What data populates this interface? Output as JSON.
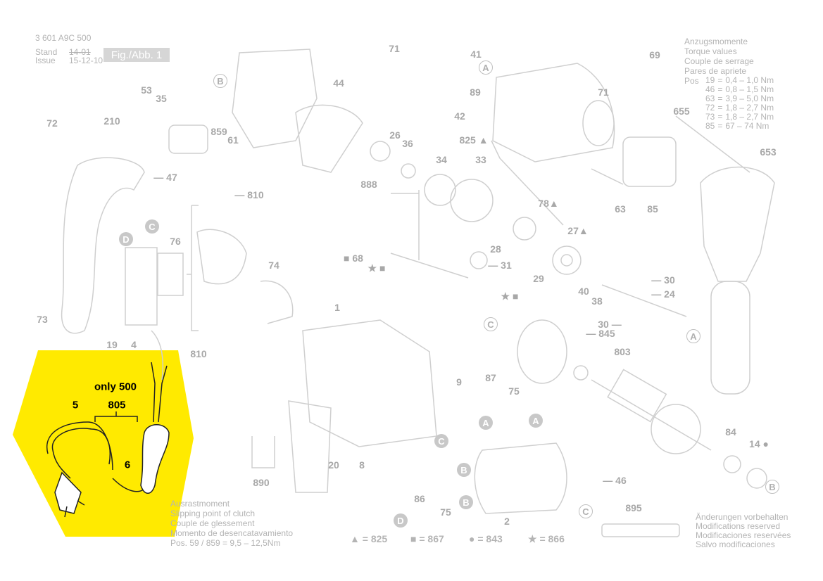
{
  "header": {
    "part_number": "3 601 A9C 500",
    "stand_label": "Stand",
    "issue_label": "Issue",
    "old_date": "14-01",
    "issue_date": "15-12-10",
    "figure_label": "Fig./Abb. 1"
  },
  "torque": {
    "title_de": "Anzugsmomente",
    "title_en": "Torque values",
    "title_fr": "Couple de serrage",
    "title_es": "Pares de apriete",
    "pos_label": "Pos",
    "rows": [
      {
        "pos": "19",
        "eq": "=",
        "value": "0,4 – 1,0 Nm"
      },
      {
        "pos": "46",
        "eq": "=",
        "value": "0,8 – 1,5 Nm"
      },
      {
        "pos": "63",
        "eq": "=",
        "value": "3,9 – 5,0 Nm"
      },
      {
        "pos": "72",
        "eq": "=",
        "value": "1,8 – 2,7 Nm"
      },
      {
        "pos": "73",
        "eq": "=",
        "value": "1,8 – 2,7 Nm"
      },
      {
        "pos": "85",
        "eq": "=",
        "value": "67 – 74 Nm"
      }
    ]
  },
  "clutch": {
    "line_de": "Ausrastmoment",
    "line_en": "Slipping point of clutch",
    "line_fr": "Couple de glessement",
    "line_es": "Momento de desencatavamiento",
    "line_pos": "Pos.  59 / 859  =   9,5  – 12,5Nm"
  },
  "reserved": {
    "de": "Änderungen vorbehalten",
    "en": "Modifications reserved",
    "fr": "Modificaciones reservées",
    "es": "Salvo modificaciones"
  },
  "legend": [
    {
      "symbol": "▲",
      "text": "= 825"
    },
    {
      "symbol": "■",
      "text": "= 867"
    },
    {
      "symbol": "●",
      "text": "= 843"
    },
    {
      "symbol": "★",
      "text": "= 866"
    }
  ],
  "highlight": {
    "note": "only 500",
    "labels": [
      "5",
      "805",
      "6"
    ],
    "color": "#ffea00"
  },
  "parts": [
    "71",
    "41",
    "69",
    "53",
    "35",
    "44",
    "89",
    "71",
    "42",
    "655",
    "72",
    "210",
    "859",
    "26",
    "825 ▲",
    "61",
    "36",
    "653",
    "34",
    "33",
    "— 47",
    "888",
    "— 810",
    "63",
    "85",
    "78▲",
    "76",
    "27▲",
    "28",
    "■ 68",
    "74",
    "— 31",
    "★ ■",
    "29",
    "— 30",
    "40",
    "— 24",
    "38",
    "★ ■",
    "73",
    "1",
    "— 845",
    "30 —",
    "19",
    "4",
    "810",
    "803",
    "9",
    "87",
    "75",
    "84",
    "14 ●",
    "890",
    "20",
    "8",
    "— 46",
    "86",
    "75",
    "2",
    "895"
  ],
  "callouts": [
    "A",
    "B",
    "C",
    "D",
    "A",
    "C",
    "A",
    "A",
    "C",
    "B",
    "B",
    "B",
    "C",
    "D",
    "A"
  ]
}
